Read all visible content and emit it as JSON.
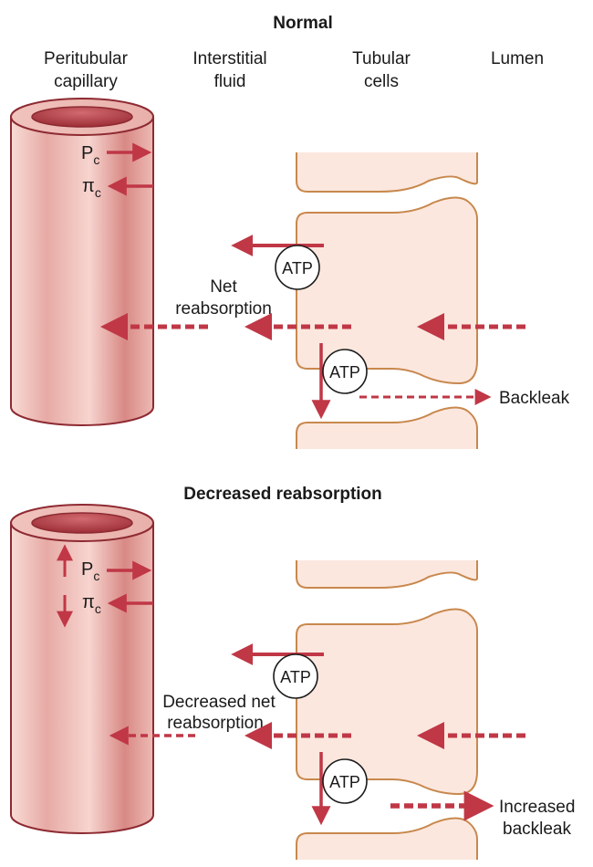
{
  "colors": {
    "arrow": "#c03746",
    "cell_fill": "#fbe7de",
    "cell_stroke": "#c8884d",
    "vessel_light": "#fbe2dd",
    "vessel_mid": "#e7aaa5",
    "vessel_dark": "#d88985",
    "vessel_stroke": "#8e2a32",
    "lumen_inner": "#b8454d"
  },
  "columns": {
    "peritubular": [
      "Peritubular",
      "capillary"
    ],
    "interstitial": [
      "Interstitial",
      "fluid"
    ],
    "tubular": [
      "Tubular",
      "cells"
    ],
    "lumen": "Lumen"
  },
  "normal": {
    "title": "Normal",
    "pc": "P",
    "pc_sub": "c",
    "pic": "π",
    "pic_sub": "c",
    "atp_top": "ATP",
    "atp_bottom": "ATP",
    "net_label": [
      "Net",
      "reabsorption"
    ],
    "backleak": "Backleak"
  },
  "decreased": {
    "title": "Decreased reabsorption",
    "pc": "P",
    "pc_sub": "c",
    "pic": "π",
    "pic_sub": "c",
    "atp_top": "ATP",
    "atp_bottom": "ATP",
    "net_label": [
      "Decreased net",
      "reabsorption"
    ],
    "backleak": [
      "Increased",
      "backleak"
    ]
  }
}
